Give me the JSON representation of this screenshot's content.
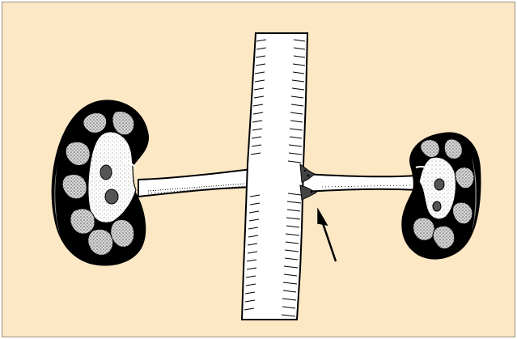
{
  "figure": {
    "background_color": "#fde8c6",
    "outline_color": "#000000",
    "vessel_color": "#ffffff",
    "parenchyma_color": "#cfcfcf",
    "elements": [
      "aorta",
      "left-kidney",
      "right-kidney",
      "left-renal-artery",
      "right-renal-artery",
      "stenosis-lesion",
      "indicator-arrow"
    ]
  }
}
